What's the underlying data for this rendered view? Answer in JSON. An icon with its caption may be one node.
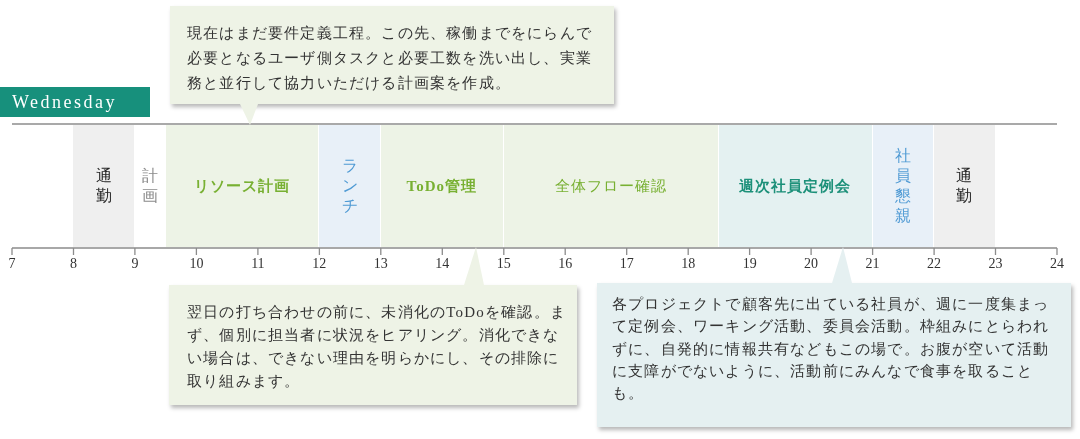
{
  "diagram": {
    "title": "Wednesday",
    "nodes": [
      {
        "text": [
          "現在はまだ要件定義工程。この先、稼働までをにらんで必要となるユーザ側タスクと必要工数を洗い出し、実業務と並行して協力いただける計画案を作成。"
        ]
      },
      {
        "text": [
          "通勤"
        ]
      },
      {
        "text": [
          "計画"
        ]
      },
      {
        "text": [
          "リソース計画"
        ]
      },
      {
        "text": [
          "ランチ"
        ]
      },
      {
        "text": [
          "ToDo管理"
        ]
      },
      {
        "text": [
          "全体フロー確認"
        ]
      },
      {
        "text": [
          "週次社員定例会"
        ]
      },
      {
        "text": [
          "社員懇親"
        ]
      },
      {
        "text": [
          "通勤"
        ]
      },
      {
        "text": [
          "翌日の打ち合わせの前に、未消化のToDoを確認。まず、個別に担当者に状況をヒアリング。消化できない場合は、できない理由を明らかにし、その排除に取り組みます。"
        ]
      },
      {
        "text": [
          "各プロジェクトで顧客先に出ている社員が、週に一度集まって定例会、ワーキング活動、委員会活動。枠組みにとらわれずに、自発的に情報共有などもこの場で。お腹が空いて活動に支障がでないように、活動前にみんなで食事を取ることも。"
        ]
      }
    ],
    "edges": [
      {
        "from": 0,
        "to": 3,
        "arrow": "to"
      },
      {
        "from": 10,
        "to": 5,
        "arrow": "to"
      },
      {
        "from": 11,
        "to": 7,
        "arrow": "to"
      }
    ],
    "labels": [
      "7",
      "8",
      "9",
      "10",
      "11",
      "12",
      "13",
      "14",
      "15",
      "16",
      "17",
      "18",
      "19",
      "20",
      "21",
      "22",
      "23",
      "24"
    ]
  }
}
